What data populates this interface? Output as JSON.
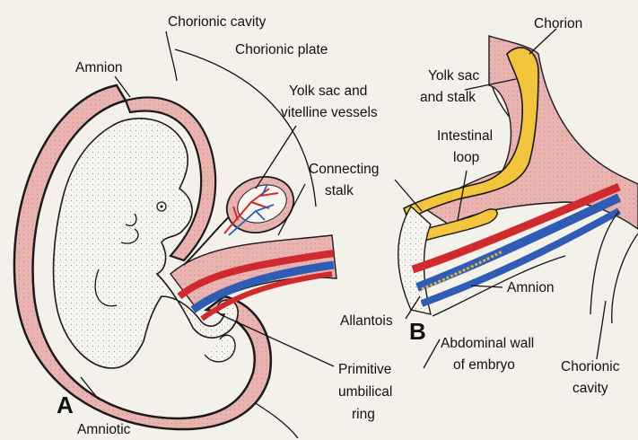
{
  "figure": {
    "panel_a": {
      "letter": "A",
      "labels": {
        "chorionic_cavity": "Chorionic cavity",
        "chorionic_plate": "Chorionic plate",
        "amnion": "Amnion",
        "yolk_sac_line1": "Yolk sac and",
        "yolk_sac_line2": "vitelline vessels",
        "connecting_stalk_line1": "Connecting",
        "connecting_stalk_line2": "stalk",
        "primitive_line1": "Primitive",
        "primitive_line2": "umbilical",
        "primitive_line3": "ring",
        "amniotic": "Amniotic"
      }
    },
    "panel_b": {
      "letter": "B",
      "labels": {
        "chorion": "Chorion",
        "yolk_sac_stalk_line1": "Yolk sac",
        "yolk_sac_stalk_line2": "and stalk",
        "intestinal_line1": "Intestinal",
        "intestinal_line2": "loop",
        "amnion": "Amnion",
        "allantois": "Allantois",
        "abdominal_line1": "Abdominal wall",
        "abdominal_line2": "of embryo",
        "chorionic_line1": "Chorionic",
        "chorionic_line2": "cavity"
      }
    },
    "colors": {
      "background": "#f4f1ea",
      "mesoderm_pink": "#e9b3b0",
      "embryo_fill": "#f7f5f0",
      "artery_red": "#cf2a2e",
      "vein_blue": "#2f5db5",
      "yolk_sac_yellow": "#f2c53d",
      "outline": "#1a1a1a"
    }
  }
}
